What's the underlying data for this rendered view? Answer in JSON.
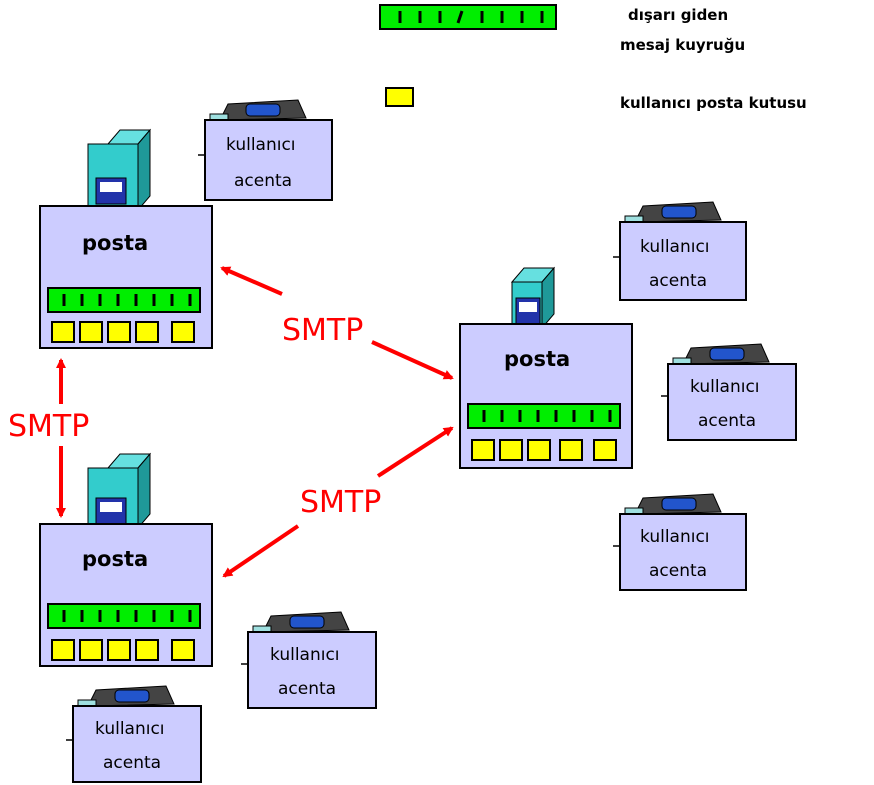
{
  "legend": {
    "queue_label_line1": "dışarı giden",
    "queue_label_line2": "mesaj kuyruğu",
    "mailbox_label": "kullanıcı posta kutusu"
  },
  "servers": [
    {
      "label": "posta"
    },
    {
      "label": "posta"
    },
    {
      "label": "posta"
    }
  ],
  "user_agents": [
    {
      "line1": "kullanıcı",
      "line2": "acenta"
    },
    {
      "line1": "kullanıcı",
      "line2": "acenta"
    },
    {
      "line1": "kullanıcı",
      "line2": "acenta"
    },
    {
      "line1": "kullanıcı",
      "line2": "acenta"
    },
    {
      "line1": "kullanıcı",
      "line2": "acenta"
    },
    {
      "line1": "kullanıcı",
      "line2": "acenta"
    }
  ],
  "links": [
    {
      "label": "SMTP"
    },
    {
      "label": "SMTP"
    },
    {
      "label": "SMTP"
    }
  ],
  "colors": {
    "box_fill": "#ccccff",
    "queue_green": "#00ee00",
    "mailbox_yellow": "#ffff00",
    "tower_teal": "#33cccc",
    "arrow_red": "#ff0000"
  }
}
